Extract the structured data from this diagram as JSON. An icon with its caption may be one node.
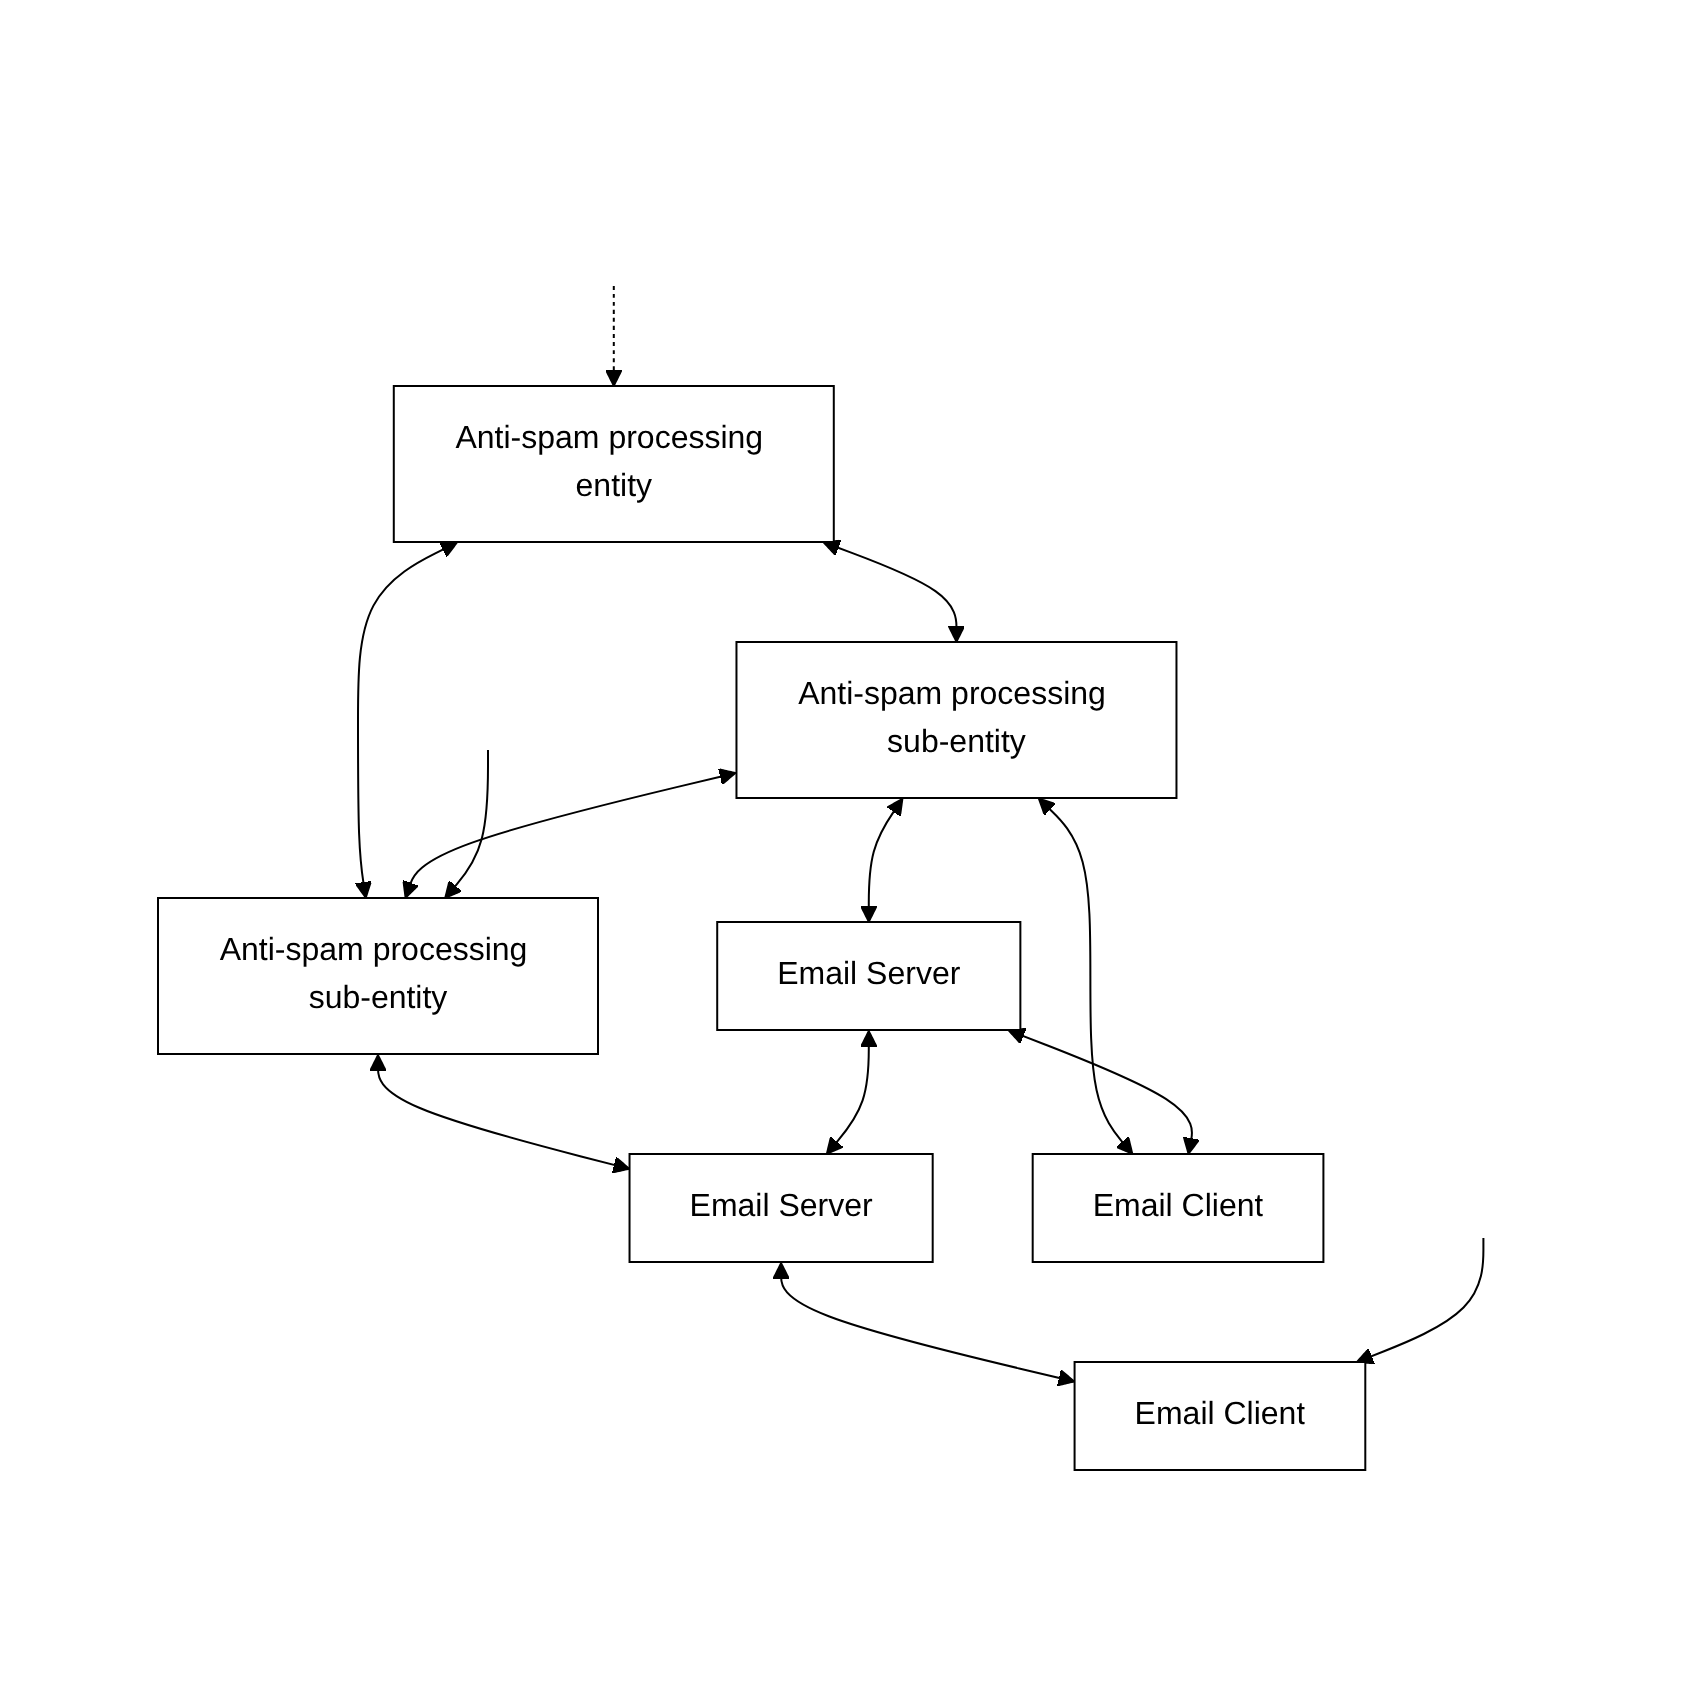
{
  "diagram": {
    "nodes": [
      {
        "text": [
          "Anti-spam processing entity"
        ]
      },
      {
        "text": [
          "Anti-spam processing sub-entity"
        ]
      },
      {
        "text": [
          "Anti-spam processing sub-entity"
        ]
      },
      {
        "text": [
          "Email Server"
        ]
      },
      {
        "text": [
          "Email Server"
        ]
      },
      {
        "text": [
          "Email Client"
        ]
      },
      {
        "text": [
          "Email Client"
        ]
      }
    ],
    "edges": [
      {
        "from": 0,
        "to": 1,
        "arrow": "both"
      },
      {
        "from": 0,
        "to": 2,
        "arrow": "both"
      },
      {
        "from": null,
        "to": 0,
        "arrow": "to",
        "style": "dashed"
      },
      {
        "from": 1,
        "to": 2,
        "arrow": "both"
      },
      {
        "from": null,
        "to": 2,
        "arrow": "to"
      },
      {
        "from": 1,
        "to": 5,
        "arrow": "both"
      },
      {
        "from": 1,
        "to": 3,
        "arrow": "both"
      },
      {
        "from": 2,
        "to": 4,
        "arrow": "both"
      },
      {
        "from": 3,
        "to": 4,
        "arrow": "both"
      },
      {
        "from": 3,
        "to": 5,
        "arrow": "both"
      },
      {
        "from": 4,
        "to": 6,
        "arrow": "both"
      },
      {
        "from": null,
        "to": 6,
        "arrow": "to"
      }
    ]
  }
}
